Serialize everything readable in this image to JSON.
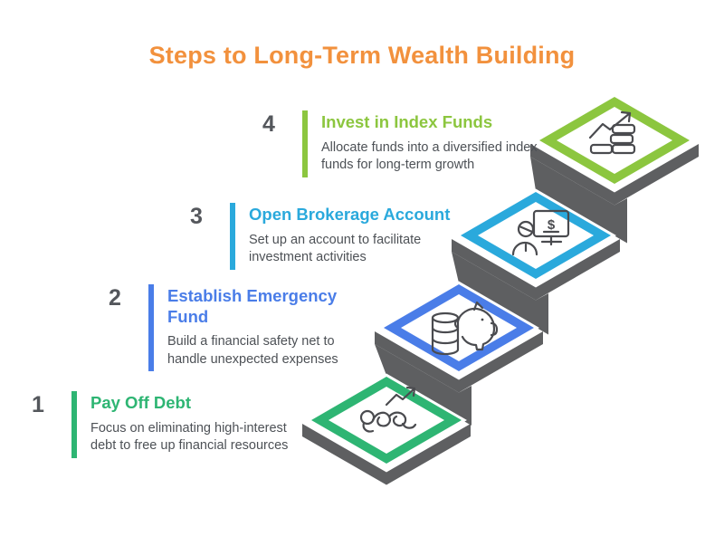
{
  "title": {
    "text": "Steps to Long-Term Wealth Building",
    "color": "#F2913D"
  },
  "steps": [
    {
      "number": "1",
      "heading": "Pay Off Debt",
      "description": "Focus on eliminating high-interest debt to free up financial resources",
      "accent": "#2EB573",
      "icon": "crawling-person-growth-arrow-icon"
    },
    {
      "number": "2",
      "heading": "Establish Emergency Fund",
      "description": "Build a financial safety net to handle unexpected expenses",
      "accent": "#4A7DE8",
      "icon": "piggy-bank-coin-stack-icon"
    },
    {
      "number": "3",
      "heading": "Open Brokerage Account",
      "description": "Set up an account to facilitate investment activities",
      "accent": "#2AA9DC",
      "icon": "person-dollar-screen-icon"
    },
    {
      "number": "4",
      "heading": "Invest in Index Funds",
      "description": "Allocate funds into a diversified index funds for long-term growth",
      "accent": "#8CC63F",
      "icon": "growth-chart-coin-stacks-icon"
    }
  ],
  "staircase": {
    "gray": "#5E5F61",
    "icon_stroke": "#4A4B4F"
  }
}
